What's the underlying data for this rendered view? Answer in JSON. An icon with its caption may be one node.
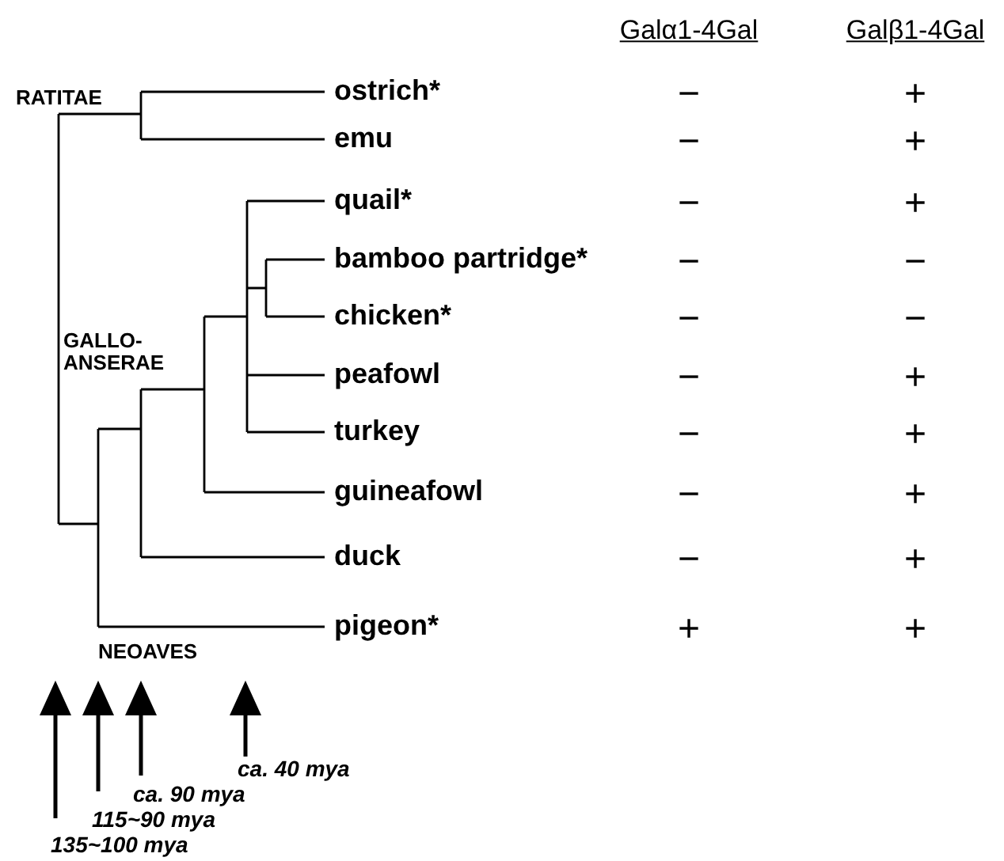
{
  "diagram": {
    "labels": [
      "Galα1-4Gal",
      "Galβ1-4Gal",
      "RATITAE",
      "ostrich*",
      "−",
      "+",
      "emu",
      "−",
      "+",
      "quail*",
      "−",
      "+",
      "bamboo partridge*",
      "−",
      "−",
      "chicken*",
      "−",
      "−",
      "GALLO- ANSERAE",
      "peafowl",
      "−",
      "+",
      "turkey",
      "−",
      "+",
      "guineafowl",
      "−",
      "+",
      "duck",
      "−",
      "+",
      "pigeon*",
      "+",
      "+",
      "NEOAVES",
      "ca. 40 mya",
      "ca. 90 mya",
      "115~90 mya",
      "135~100 mya"
    ]
  }
}
